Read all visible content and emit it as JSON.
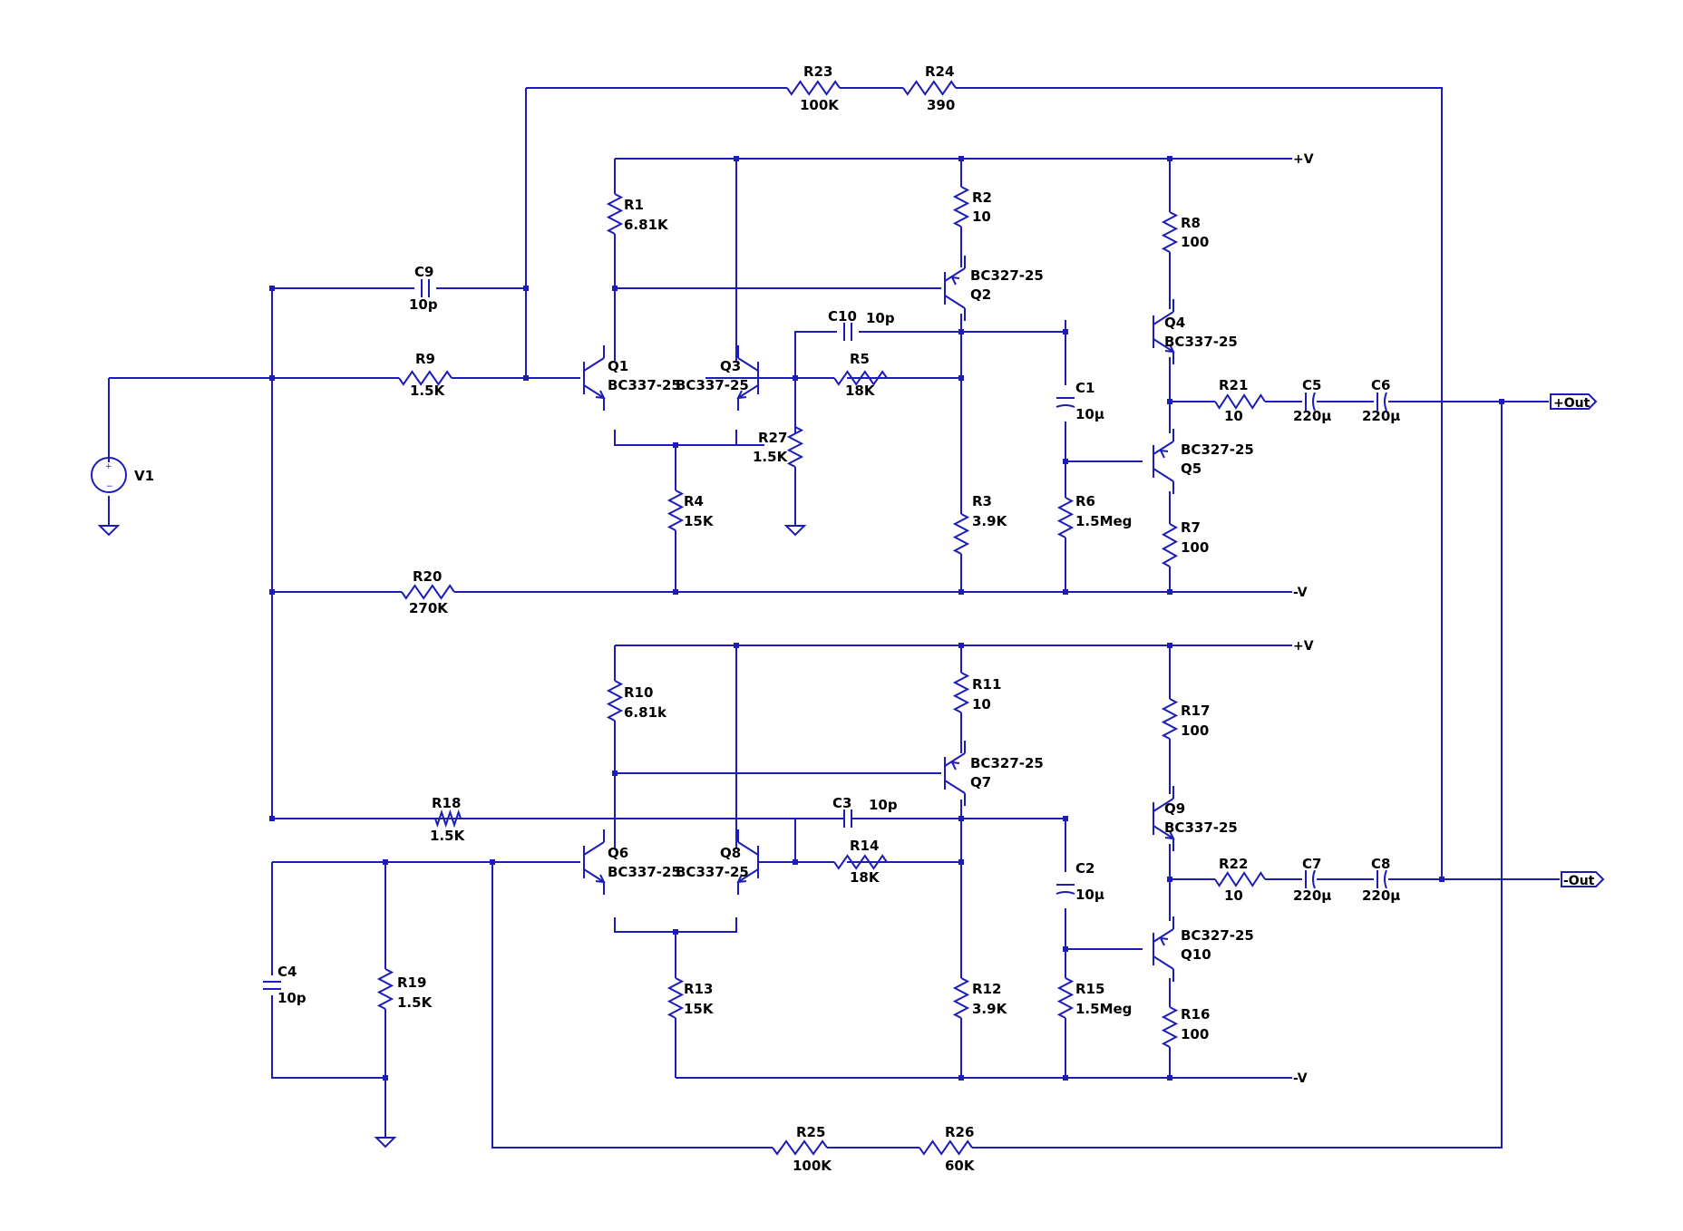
{
  "resistors": [
    {
      "ref": "R23",
      "value": "100K"
    },
    {
      "ref": "R24",
      "value": "390"
    },
    {
      "ref": "R1",
      "value": "6.81K"
    },
    {
      "ref": "R2",
      "value": "10"
    },
    {
      "ref": "R8",
      "value": "100"
    },
    {
      "ref": "R9",
      "value": "1.5K"
    },
    {
      "ref": "R5",
      "value": "18K"
    },
    {
      "ref": "R27",
      "value": "1.5K"
    },
    {
      "ref": "R21",
      "value": "10"
    },
    {
      "ref": "R4",
      "value": "15K"
    },
    {
      "ref": "R3",
      "value": "3.9K"
    },
    {
      "ref": "R6",
      "value": "1.5Meg"
    },
    {
      "ref": "R7",
      "value": "100"
    },
    {
      "ref": "R20",
      "value": "270K"
    },
    {
      "ref": "R10",
      "value": "6.81k"
    },
    {
      "ref": "R11",
      "value": "10"
    },
    {
      "ref": "R17",
      "value": "100"
    },
    {
      "ref": "R18",
      "value": "1.5K"
    },
    {
      "ref": "R14",
      "value": "18K"
    },
    {
      "ref": "R22",
      "value": "10"
    },
    {
      "ref": "R19",
      "value": "1.5K"
    },
    {
      "ref": "R13",
      "value": "15K"
    },
    {
      "ref": "R12",
      "value": "3.9K"
    },
    {
      "ref": "R15",
      "value": "1.5Meg"
    },
    {
      "ref": "R16",
      "value": "100"
    },
    {
      "ref": "R25",
      "value": "100K"
    },
    {
      "ref": "R26",
      "value": "60K"
    }
  ],
  "capacitors": [
    {
      "ref": "C9",
      "value": "10p"
    },
    {
      "ref": "C10",
      "value": "10p"
    },
    {
      "ref": "C1",
      "value": "10μ"
    },
    {
      "ref": "C5",
      "value": "220μ"
    },
    {
      "ref": "C6",
      "value": "220μ"
    },
    {
      "ref": "C3",
      "value": "10p"
    },
    {
      "ref": "C2",
      "value": "10μ"
    },
    {
      "ref": "C7",
      "value": "220μ"
    },
    {
      "ref": "C8",
      "value": "220μ"
    },
    {
      "ref": "C4",
      "value": "10p"
    }
  ],
  "transistors": [
    {
      "ref": "Q1",
      "model": "BC337-25"
    },
    {
      "ref": "Q3",
      "model": "BC337-25"
    },
    {
      "ref": "Q2",
      "model": "BC327-25"
    },
    {
      "ref": "Q4",
      "model": "BC337-25"
    },
    {
      "ref": "Q5",
      "model": "BC327-25"
    },
    {
      "ref": "Q6",
      "model": "BC337-25"
    },
    {
      "ref": "Q8",
      "model": "BC337-25"
    },
    {
      "ref": "Q7",
      "model": "BC327-25"
    },
    {
      "ref": "Q9",
      "model": "BC337-25"
    },
    {
      "ref": "Q10",
      "model": "BC327-25"
    }
  ],
  "source": {
    "ref": "V1"
  },
  "rail_labels": [
    "+V",
    "-V",
    "+V",
    "-V"
  ],
  "ports": [
    {
      "label": "+Out"
    },
    {
      "label": "-Out"
    }
  ],
  "colors": {
    "wire": "#1c1cb8",
    "text": "#000000",
    "background": "#ffffff"
  }
}
